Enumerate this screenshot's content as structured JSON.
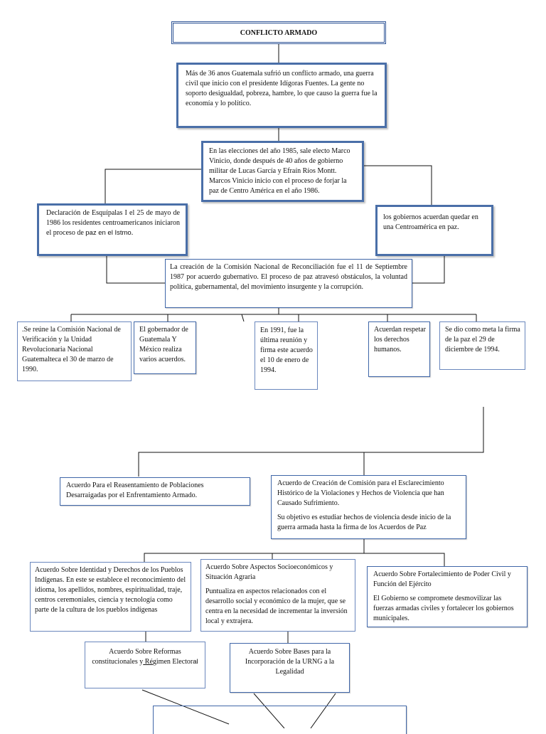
{
  "title": "CONFLICTO ARMADO",
  "intro": "Más de 36 anos Guatemala sufrió un conflicto armado, una guerra civil que inicio con el presidente Idígoras Fuentes. La gente no soporto desigualdad, pobreza, hambre, lo que causo la guerra fue la economía y lo político.",
  "elecciones": "En las elecciones del año 1985, sale electo Marco Vinicio, donde después de 40 años de gobierno militar de  Lucas García y Efraín Ríos Montt.  Marcos Vinicio inicio con el proceso de forjar la paz de Centro América en el año 1986.",
  "esquipulas": {
    "text": "Declaración de Esquípalas I el 25 de mayo de 1986 los residentes centroamericanos iniciaron el proceso de ",
    "highlight": "paz en el Istmo",
    "end": "."
  },
  "gobiernos": "los gobiernos acuerdan quedar en una Centroamérica en paz.",
  "comision": "La creación de la Comisión Nacional de Reconciliación fue el 11 de Septiembre 1987 por acuerdo gubernativo. El proceso de paz atravesó obstáculos, la voluntad política, gubernamental, del movimiento insurgente y la corrupción.",
  "row3": [
    ".Se reúne la Comisión Nacional de Verificación  y la Unidad Revolucionaria  Nacional Guatemalteca el 30 de marzo de 1990.",
    "El gobernador de Guatemala  Y México realiza varios acuerdos.",
    "En 1991, fue la última reunión y firma este acuerdo el 10 de enero de 1994.",
    "Acuerdan respetar los derechos humanos.",
    "Se dio como meta la firma de la paz el 29 de diciembre de 1994."
  ],
  "reasentamiento": "Acuerdo Para el Reasentamiento de Poblaciones Desarraigadas por el Enfrentamiento Armado.",
  "esclarecimiento": {
    "p1": "Acuerdo de Creación de Comisión para el Esclarecimiento Histórico de la Violaciones y Hechos de Violencia que han Causado Sufrimiento.",
    "p2": "Su objetivo es estudiar hechos de violencia desde inicio de la guerra armada hasta la firma de los Acuerdos de Paz"
  },
  "identidad": "Acuerdo Sobre Identidad y Derechos de los Pueblos Indígenas. En este se establece el reconocimiento del idioma, los apellidos, nombres, espiritualidad, traje, centros ceremoniales, ciencia y tecnología como parte de la cultura de los pueblos indígenas",
  "socioeconomicos": {
    "p1": "Acuerdo Sobre Aspectos Socioeconómicos y Situación Agraria",
    "p2": "Puntualiza en aspectos relacionados con el desarrollo social y económico de la mujer, que se centra en la necesidad de incrementar la inversión local y extrajera."
  },
  "poder_civil": {
    "p1": "Acuerdo  Sobre Fortalecimiento de Poder Civil y Función del Ejército",
    "p2": "El Gobierno se compromete desmovilizar las fuerzas armadas civiles y fortalecer los gobiernos municipales."
  },
  "reformas": {
    "a": "Acuerdo Sobre Reformas constitucionales y",
    "b": " R",
    "c": "é",
    "d": "gimen Elector",
    "e": "al"
  },
  "urng": "Acuerdo Sobre Bases para la Incorporación de la URNG a la Legalidad",
  "colors": {
    "border": "#4a6fa8",
    "line": "#111111"
  }
}
